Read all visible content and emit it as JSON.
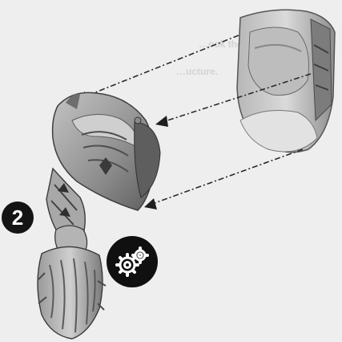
{
  "step": {
    "number": "2"
  },
  "background_text": {
    "line1": "…ook the other… ",
    "line2": "…ucture."
  },
  "icons": {
    "gear": "gears-icon",
    "arrow": "dashed-arrow-icon"
  },
  "colors": {
    "background": "#eeeeee",
    "badge": "#141414",
    "part_light": "#c9c9c9",
    "part_mid": "#9a9a9a",
    "part_dark": "#5a5a5a",
    "arrow": "#2a2a2a"
  }
}
